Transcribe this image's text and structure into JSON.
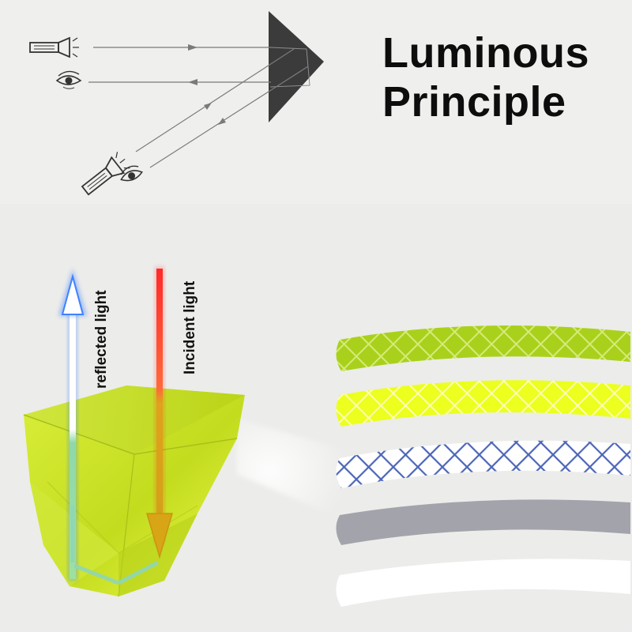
{
  "title": {
    "line1": "Luminous",
    "line2": "Principle"
  },
  "labels": {
    "reflected": "reflected light",
    "incident": "Incident light"
  },
  "colors": {
    "background": "#ececea",
    "prism": "#c8e02a",
    "reflected_arrow": "#4a88ff",
    "incident_arrow": "#ff3030",
    "prism_dark": "#3a3a3a"
  },
  "strips": [
    {
      "name": "fluorescent green grid",
      "color": "#a9d11c"
    },
    {
      "name": "fluorescent yellow grid",
      "color": "#eaff1a"
    },
    {
      "name": "white with blue grid",
      "color": "#ffffff"
    },
    {
      "name": "silver gray",
      "color": "#a3a4ab"
    },
    {
      "name": "white",
      "color": "#ffffff"
    }
  ]
}
